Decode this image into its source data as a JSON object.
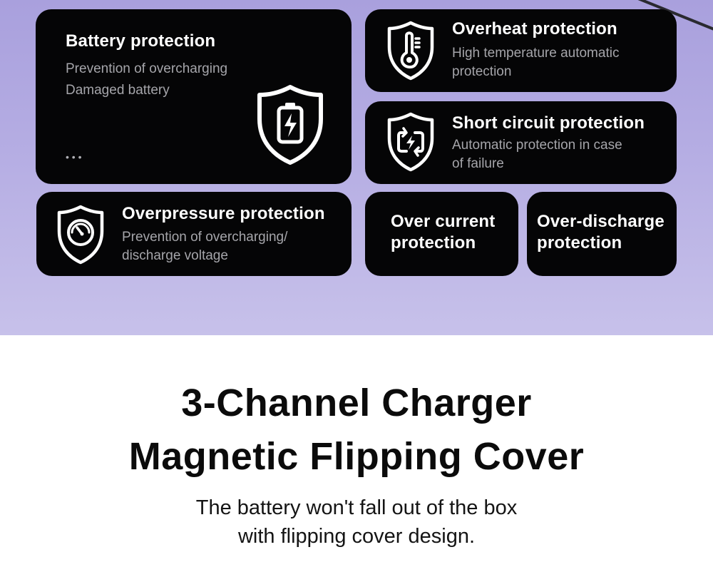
{
  "cards": {
    "battery": {
      "title": "Battery protection",
      "line1": "Prevention of overcharging",
      "line2": "Damaged battery",
      "more": "• • •",
      "icon": "shield-battery-icon"
    },
    "overheat": {
      "title": "Overheat protection",
      "line1": "High temperature automatic",
      "line2": "protection",
      "icon": "shield-thermometer-icon"
    },
    "short_circuit": {
      "title": "Short circuit protection",
      "line1": "Automatic protection in case",
      "line2": "of failure",
      "icon": "shield-cycle-icon"
    },
    "overpressure": {
      "title": "Overpressure protection",
      "line1": "Prevention of overcharging/",
      "line2": "discharge voltage",
      "icon": "shield-gauge-icon"
    },
    "over_current": {
      "line1": "Over current",
      "line2": "protection"
    },
    "over_discharge": {
      "line1": "Over-discharge",
      "line2": "protection"
    }
  },
  "headline": {
    "line1": "3-Channel Charger",
    "line2": "Magnetic Flipping Cover"
  },
  "subtext": {
    "line1": "The battery won't fall out of the box",
    "line2": "with flipping cover design."
  },
  "colors": {
    "background_top": "#b5ade3",
    "card": "#050506",
    "card_title": "#ffffff",
    "card_desc": "#a5a5aa",
    "headline": "#0b0b0b"
  }
}
